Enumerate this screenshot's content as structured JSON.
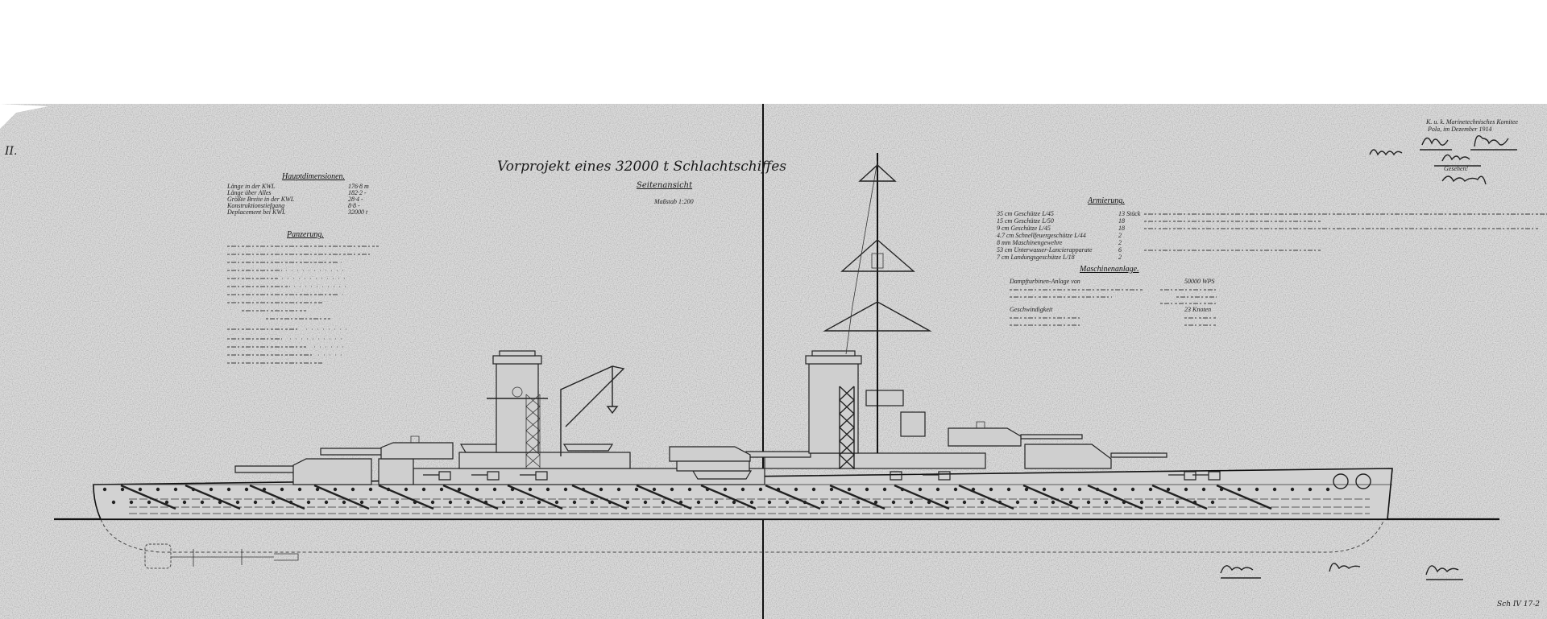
{
  "sheet": {
    "sheet_mark": "II.",
    "title": "Vorprojekt eines 32000 t Schlachtschiffes",
    "subtitle": "Seitenansicht",
    "scale": "Maßstab 1:200",
    "archive_ref": "Sch IV 17-2"
  },
  "hauptdimensionen": {
    "header": "Hauptdimensionen.",
    "rows": [
      {
        "label": "Länge in der KWL",
        "value": "176·8 m"
      },
      {
        "label": "Länge über Alles",
        "value": "182·2 -"
      },
      {
        "label": "Größte Breite in der KWL",
        "value": "28·4 -"
      },
      {
        "label": "Konstruktionstiefgang",
        "value": "8·8 -"
      },
      {
        "label": "Deplacement bei KWL",
        "value": "32000 t"
      }
    ]
  },
  "panzerung": {
    "header": "Panzerung."
  },
  "armierung": {
    "header": "Armierung.",
    "rows": [
      {
        "label": "35 cm Geschütze L/45",
        "value": "13 Stück"
      },
      {
        "label": "15 cm Geschütze L/50",
        "value": "18"
      },
      {
        "label": "9 cm Geschütze L/45",
        "value": "18"
      },
      {
        "label": "4.7 cm Schnellfeuergeschütze L/44",
        "value": "2"
      },
      {
        "label": "8 mm Maschinengewehre",
        "value": "2"
      },
      {
        "label": "53 cm Unterwasser-Lancierapparate",
        "value": "6"
      },
      {
        "label": "7 cm Landungsgeschütze L/18",
        "value": "2"
      }
    ]
  },
  "maschinenanlage": {
    "header": "Maschinenanlage.",
    "rows": [
      {
        "label": "Dampfturbinen-Anlage von",
        "value": "50000 WPS"
      },
      {
        "label": "Geschwindigkeit",
        "value": "23 Knoten"
      }
    ]
  },
  "stamp": {
    "line1": "K. u. k. Marinetechnisches Komitee",
    "line2": "Pola, im Dezember 1914",
    "seen": "Gesehen!"
  },
  "colors": {
    "paper": "#d6d6d6",
    "ink": "#1a1a1a"
  }
}
